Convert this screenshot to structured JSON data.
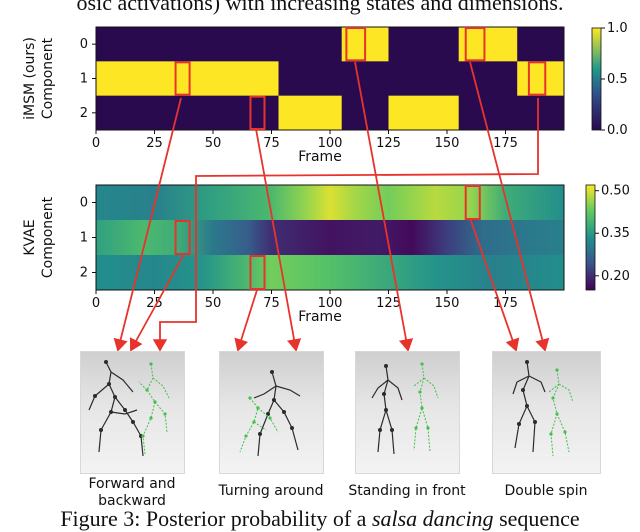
{
  "top_text_fragment": "osic activations) with increasing states and dimensions.",
  "caption_fragment": "Figure 3: Posterior probability of a salsa dancing sequence",
  "caption_parts": {
    "prefix": "Figure 3: Posterior probability of a ",
    "italic": "salsa dancing",
    "suffix": " sequence"
  },
  "chart_data": [
    {
      "type": "heatmap",
      "title": "",
      "xlabel": "Frame",
      "ylabel": "Component",
      "row_group_label": "iMSM (ours)",
      "x_ticks": [
        0,
        25,
        50,
        75,
        100,
        125,
        150,
        175
      ],
      "y_ticks": [
        0,
        1,
        2
      ],
      "xlim": [
        0,
        200
      ],
      "colorbar": {
        "min": 0.0,
        "max": 1.0,
        "ticks": [
          "0.0",
          "0.5",
          "1.0"
        ]
      },
      "colors": {
        "low": "#2a0a4f",
        "high": "#fde725"
      },
      "active_segments": [
        {
          "component": 0,
          "start": 105,
          "end": 125
        },
        {
          "component": 0,
          "start": 155,
          "end": 180
        },
        {
          "component": 1,
          "start": 0,
          "end": 78
        },
        {
          "component": 1,
          "start": 180,
          "end": 200
        },
        {
          "component": 2,
          "start": 78,
          "end": 105
        },
        {
          "component": 2,
          "start": 125,
          "end": 155
        }
      ],
      "highlight_boxes": [
        {
          "component": 1,
          "start": 34,
          "end": 40
        },
        {
          "component": 2,
          "start": 66,
          "end": 72
        },
        {
          "component": 0,
          "start": 107,
          "end": 115
        },
        {
          "component": 0,
          "start": 158,
          "end": 166
        },
        {
          "component": 1,
          "start": 185,
          "end": 192
        }
      ]
    },
    {
      "type": "heatmap",
      "title": "",
      "xlabel": "Frame",
      "ylabel": "Component",
      "row_group_label": "KVAE",
      "x_ticks": [
        0,
        25,
        50,
        75,
        100,
        125,
        150,
        175
      ],
      "y_ticks": [
        0,
        1,
        2
      ],
      "xlim": [
        0,
        200
      ],
      "colorbar": {
        "min": 0.15,
        "max": 0.52,
        "ticks": [
          "0.20",
          "0.35",
          "0.50"
        ]
      },
      "rows": [
        {
          "component": 0,
          "keyframes": [
            [
              0,
              0.32
            ],
            [
              25,
              0.31
            ],
            [
              50,
              0.36
            ],
            [
              75,
              0.4
            ],
            [
              90,
              0.46
            ],
            [
              100,
              0.5
            ],
            [
              110,
              0.47
            ],
            [
              125,
              0.44
            ],
            [
              145,
              0.48
            ],
            [
              160,
              0.46
            ],
            [
              175,
              0.38
            ],
            [
              200,
              0.33
            ]
          ]
        },
        {
          "component": 1,
          "keyframes": [
            [
              0,
              0.36
            ],
            [
              20,
              0.4
            ],
            [
              35,
              0.38
            ],
            [
              50,
              0.3
            ],
            [
              65,
              0.26
            ],
            [
              75,
              0.2
            ],
            [
              100,
              0.17
            ],
            [
              120,
              0.18
            ],
            [
              135,
              0.16
            ],
            [
              150,
              0.22
            ],
            [
              165,
              0.28
            ],
            [
              185,
              0.3
            ],
            [
              200,
              0.31
            ]
          ]
        },
        {
          "component": 2,
          "keyframes": [
            [
              0,
              0.33
            ],
            [
              25,
              0.32
            ],
            [
              45,
              0.34
            ],
            [
              65,
              0.4
            ],
            [
              75,
              0.44
            ],
            [
              95,
              0.42
            ],
            [
              120,
              0.38
            ],
            [
              145,
              0.34
            ],
            [
              170,
              0.31
            ],
            [
              200,
              0.33
            ]
          ]
        }
      ],
      "highlight_boxes": [
        {
          "component": 1,
          "start": 34,
          "end": 40
        },
        {
          "component": 2,
          "start": 66,
          "end": 72
        },
        {
          "component": 0,
          "start": 158,
          "end": 164
        }
      ]
    }
  ],
  "thumbnails": [
    {
      "label_lines": [
        "Forward and",
        "backward"
      ]
    },
    {
      "label_lines": [
        "Turning around"
      ]
    },
    {
      "label_lines": [
        "Standing in front"
      ]
    },
    {
      "label_lines": [
        "Double spin"
      ]
    }
  ],
  "annotation_colors": {
    "box": "#e8332c",
    "arrow": "#e8332c",
    "skeleton_dark": "#2b2b2b",
    "skeleton_light": "#43c04b"
  }
}
